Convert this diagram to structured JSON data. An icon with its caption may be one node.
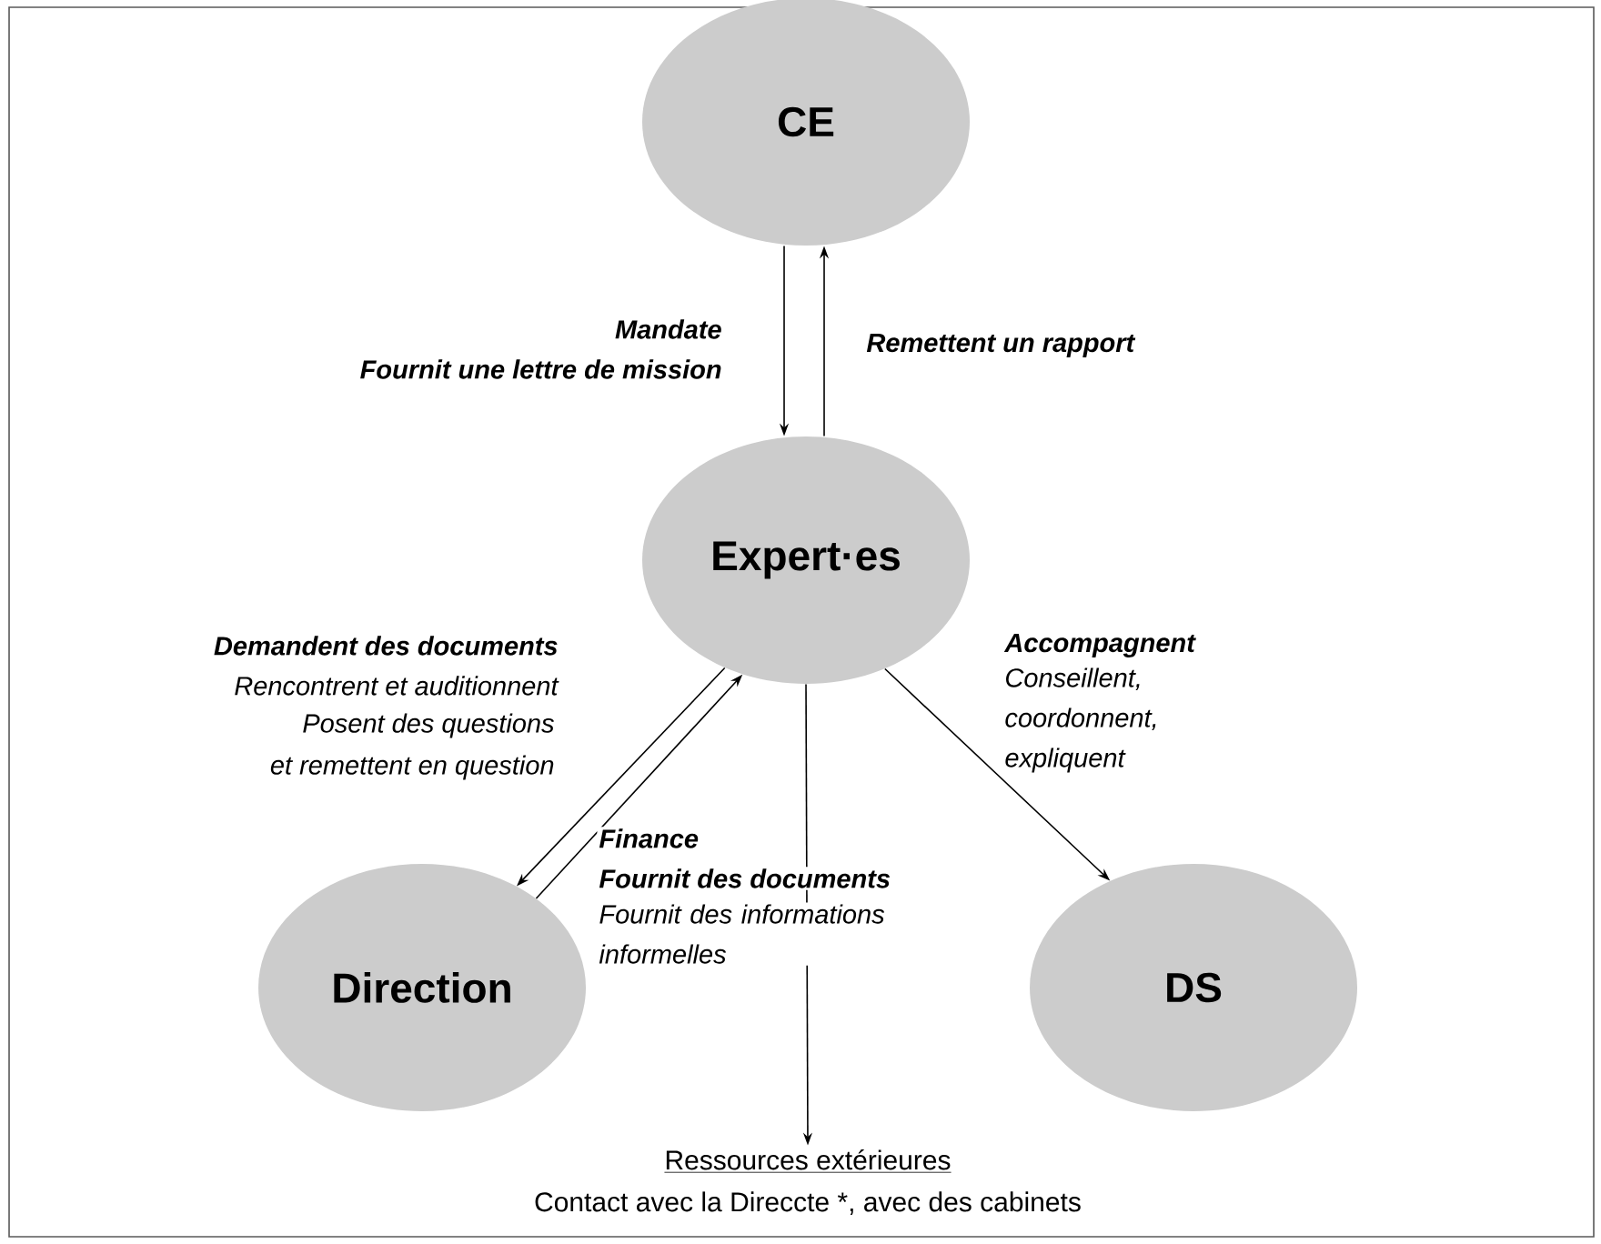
{
  "diagram": {
    "nodes": [
      {
        "text": [
          "CE"
        ]
      },
      {
        "text": [
          "Expert·es"
        ]
      },
      {
        "text": [
          "Direction"
        ]
      },
      {
        "text": [
          "DS"
        ]
      },
      {
        "text": [
          "Ressources extérieures",
          "Contact avec la Direccte *, avec des cabinets"
        ]
      }
    ],
    "edges": [
      {
        "from": 0,
        "to": 1,
        "arrow": "to"
      },
      {
        "from": 1,
        "to": 0,
        "arrow": "to"
      },
      {
        "from": 1,
        "to": 2,
        "arrow": "to"
      },
      {
        "from": 2,
        "to": 1,
        "arrow": "to"
      },
      {
        "from": 1,
        "to": 3,
        "arrow": "to"
      },
      {
        "from": 1,
        "to": 4,
        "arrow": "to"
      }
    ],
    "labels": [
      "Mandate",
      "Fournit une lettre de mission",
      "Remettent un rapport",
      "Demandent des documents",
      "Rencontrent et auditionnent",
      "Posent des questions",
      "et remettent en question",
      "Accompagnent",
      "Conseillent, coordonnent, expliquent",
      "Finance",
      "Fournit des documents",
      "Fournit des informations informelles"
    ]
  }
}
